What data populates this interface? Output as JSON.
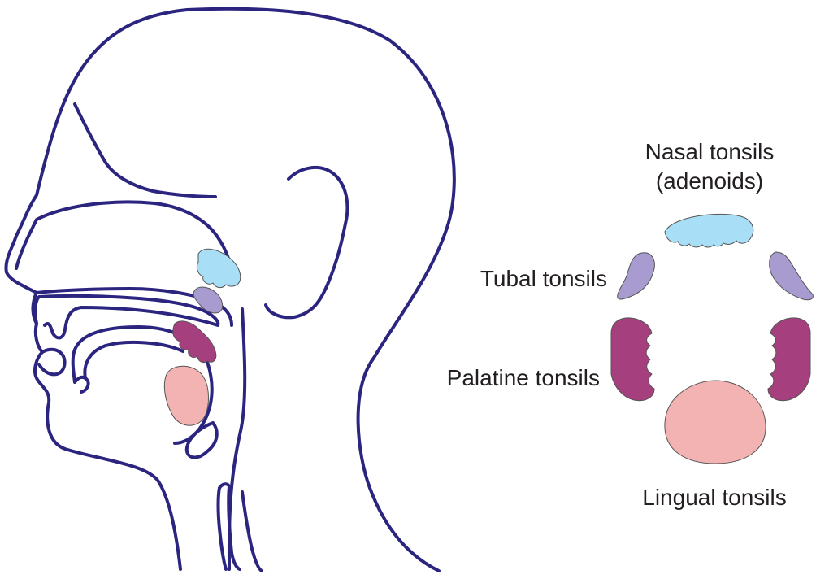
{
  "labels": {
    "nasal_line1": "Nasal tonsils",
    "nasal_line2": "(adenoids)",
    "tubal": "Tubal tonsils",
    "palatine": "Palatine tonsils",
    "lingual": "Lingual tonsils"
  },
  "colors": {
    "outline": "#2c2580",
    "nasal": "#a8def6",
    "tubal": "#a79bd0",
    "palatine": "#a53f7e",
    "lingual": "#f4b3b3",
    "text": "#231f20"
  }
}
